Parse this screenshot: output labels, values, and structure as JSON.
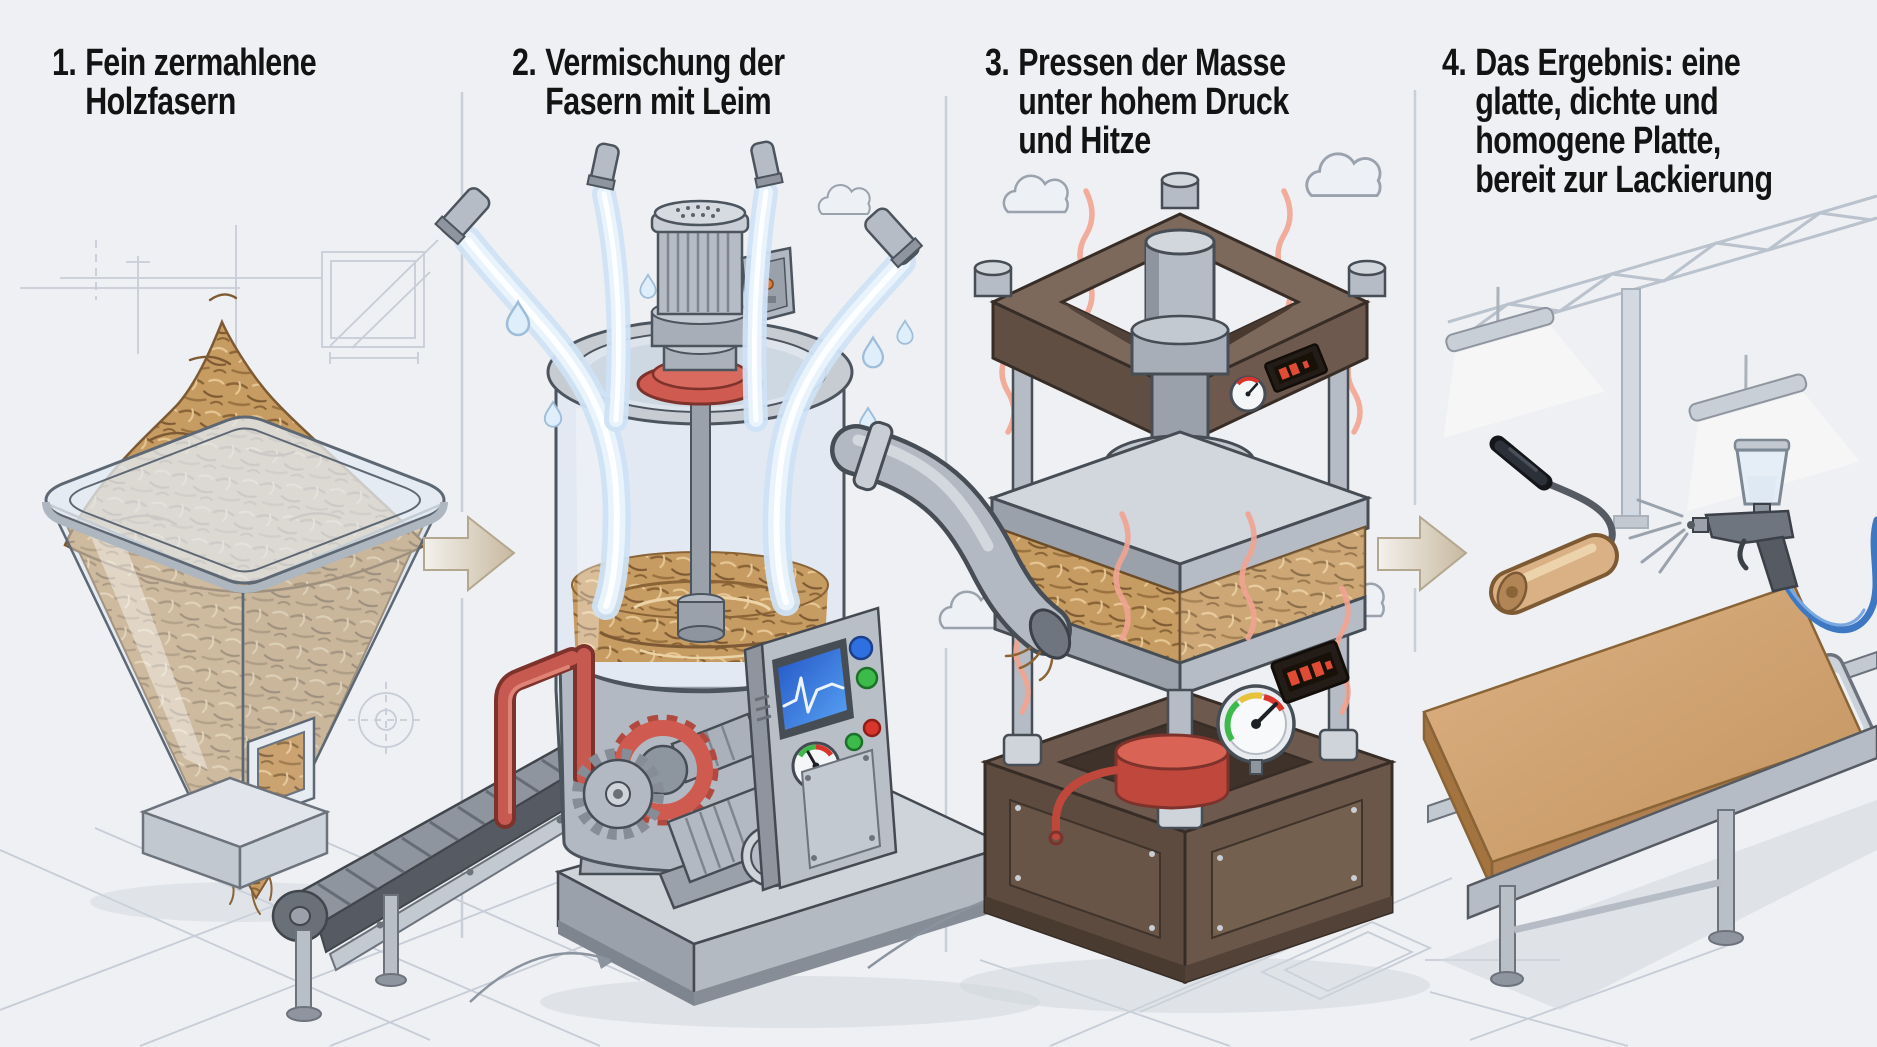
{
  "panels": [
    {
      "number": "1.",
      "lines": [
        "Fein zermahlene",
        "Holzfasern"
      ]
    },
    {
      "number": "2.",
      "lines": [
        "Vermischung der",
        "Fasern mit Leim"
      ]
    },
    {
      "number": "3.",
      "lines": [
        "Pressen der Masse",
        "unter hohem Druck",
        "und Hitze"
      ]
    },
    {
      "number": "4.",
      "lines": [
        "Das Ergebnis: eine",
        "glatte, dichte und",
        "homogene Platte,",
        "bereit zur Lackierung"
      ]
    }
  ],
  "illustration_parts": {
    "step1": [
      "wood-fiber-pile",
      "glass-hopper",
      "hopper-outlet",
      "infeed-conveyor"
    ],
    "step2": [
      "mixing-tank",
      "agitator-motor",
      "glue-streams",
      "glue-droplets",
      "discharge-pipe",
      "conveyor-inlet-arch",
      "drive-gears",
      "drive-motor",
      "control-console"
    ],
    "step3": [
      "press-top-frame",
      "hydraulic-cylinder",
      "press-columns",
      "upper-platen",
      "fiber-mat",
      "lower-platen",
      "heater",
      "pressure-gauge",
      "temperature-display",
      "steam-clouds",
      "heat-waves",
      "press-base"
    ],
    "step4": [
      "ceiling-truss",
      "hanging-lights",
      "roller-conveyor",
      "finished-board",
      "paint-roller",
      "spray-gun"
    ]
  },
  "colors": {
    "background": "#eef0f3",
    "divider": "#c9cfd8",
    "title_text": "#131313",
    "fiber_tan": "#c79c63",
    "fiber_dark": "#7d5a33",
    "steel_light": "#c3c9d1",
    "steel_dark": "#474d55",
    "red_accent": "#cf5a50",
    "brown_frame": "#6d594d",
    "water_blue": "#dcebf8",
    "heat_wave": "#f1a492",
    "screen_blue": "#2e6fe2",
    "board_tan": "#cfa06b",
    "arrow_tan": "#cdbfa8",
    "blueprint_line": "#c7cdd7"
  }
}
